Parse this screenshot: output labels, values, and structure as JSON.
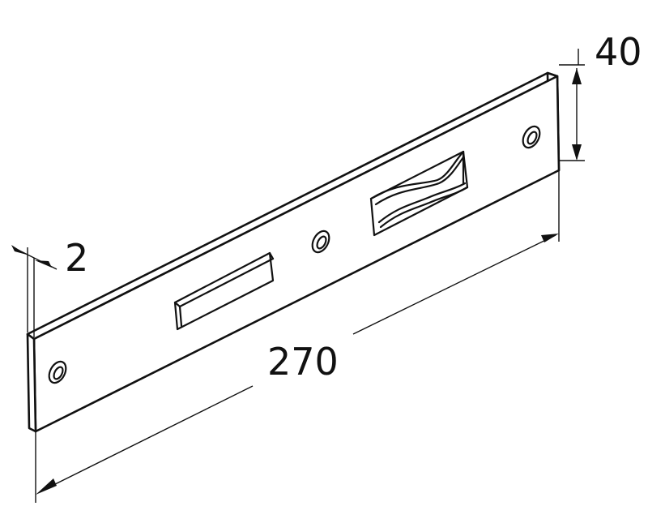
{
  "drawing": {
    "dimensions": {
      "length": "270",
      "height": "40",
      "thickness": "2"
    },
    "colors": {
      "line": "#111111",
      "background": "#ffffff"
    }
  }
}
